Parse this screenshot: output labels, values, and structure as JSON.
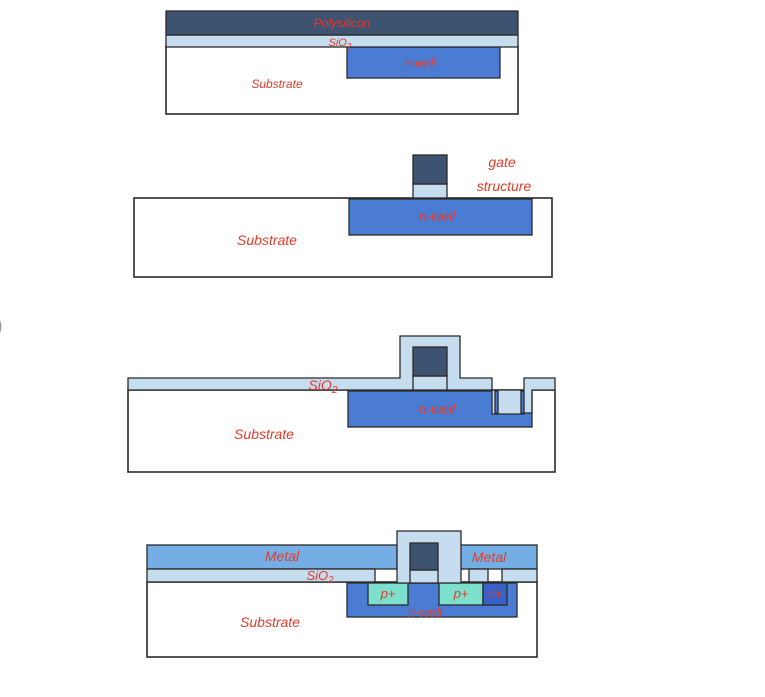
{
  "colors": {
    "polysilicon": "#3e5272",
    "sio2": "#c6dcef",
    "nwell": "#4a7cd4",
    "metal": "#74aee4",
    "pplus": "#7de0cc",
    "nplus": "#3a62c6",
    "label": "#e23b2a",
    "outline": "#2b2b2b"
  },
  "step1": {
    "polysilicon": "Polysilicon",
    "sio2": "SiO2",
    "nwell": "n-well",
    "substrate": "Substrate"
  },
  "step2": {
    "gate": "gate",
    "structure": "structure",
    "nwell": "n-well",
    "substrate": "Substrate"
  },
  "step3": {
    "sio2": "SiO2",
    "nwell": "n-well",
    "substrate": "Substrate"
  },
  "step4": {
    "metal_left": "Metal",
    "metal_right": "Metal",
    "sio2": "SiO2",
    "pplus_left": "p+",
    "pplus_right": "p+",
    "nplus": "n+",
    "nwell": "n-well",
    "substrate": "Substrate"
  }
}
